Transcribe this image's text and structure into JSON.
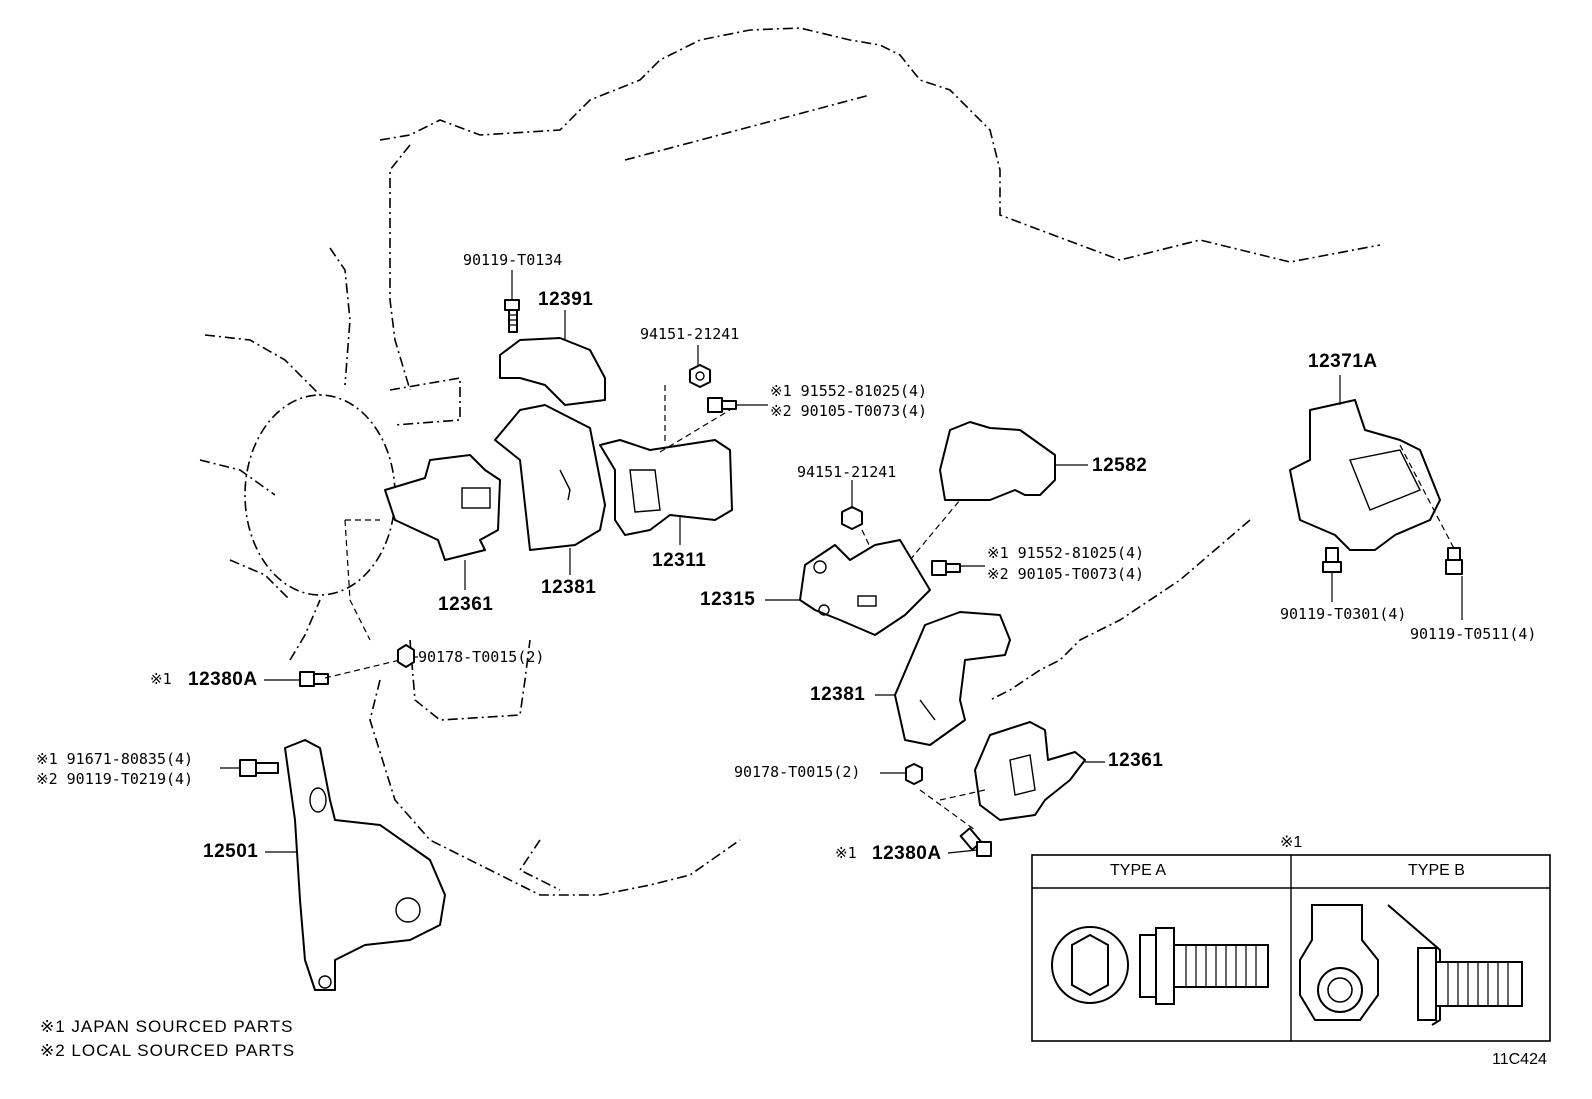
{
  "labels": {
    "b_90119_T0134": "90119-T0134",
    "p_12391": "12391",
    "nut_94151_a": "94151-21241",
    "bolt_mark1_a": "※1 91552-81025(4)",
    "bolt_mark2_a": "※2 90105-T0073(4)",
    "p_12311": "12311",
    "p_12381_left": "12381",
    "p_12361_left": "12361",
    "nut_90178_left": "90178-T0015(2)",
    "p_12380A_left": "12380A",
    "mark1_left": "※1",
    "nut_94151_b": "94151-21241",
    "p_12582": "12582",
    "bolt_mark1_b": "※1 91552-81025(4)",
    "bolt_mark2_b": "※2 90105-T0073(4)",
    "p_12315": "12315",
    "p_12381_right": "12381",
    "nut_90178_right": "90178-T0015(2)",
    "p_12361_right": "12361",
    "p_12380A_right": "12380A",
    "mark1_right": "※1",
    "p_12371A": "12371A",
    "b_90119_T0301": "90119-T0301(4)",
    "b_90119_T0511": "90119-T0511(4)",
    "bolt_mark1_c": "※1 91671-80835(4)",
    "bolt_mark2_c": "※2 90119-T0219(4)",
    "p_12501": "12501",
    "footnote_1": "※1 JAPAN SOURCED PARTS",
    "footnote_2": "※2 LOCAL SOURCED PARTS",
    "inset_mark": "※1",
    "type_a": "TYPE A",
    "type_b": "TYPE B",
    "figure_code": "11C424"
  }
}
